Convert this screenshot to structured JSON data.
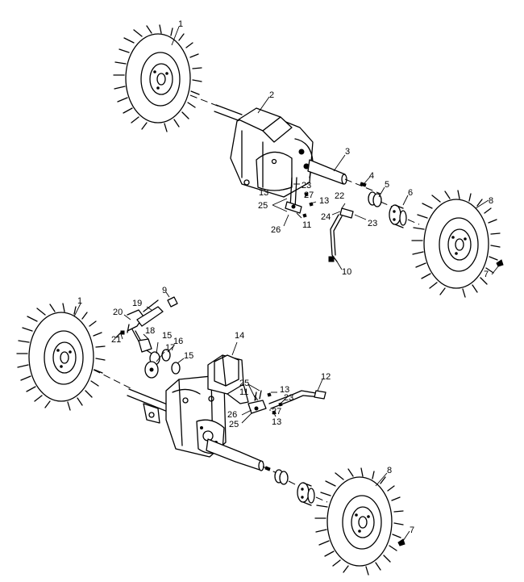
{
  "top_assembly": {
    "labels": {
      "p1": "1",
      "p2": "2",
      "p3": "3",
      "p4": "4",
      "p5": "5",
      "p6": "6",
      "p7": "7",
      "p8": "8",
      "p10": "10",
      "p11": "11",
      "p13a": "13",
      "p13b": "13",
      "p22": "22",
      "p23a": "23",
      "p23b": "23",
      "p24": "24",
      "p25": "25",
      "p26": "26",
      "p27": "27"
    }
  },
  "bottom_assembly": {
    "labels": {
      "p1": "1",
      "p7": "7",
      "p8": "8",
      "p9": "9",
      "p11": "11",
      "p12": "12",
      "p13a": "13",
      "p13b": "13",
      "p14": "14",
      "p15a": "15",
      "p15b": "15",
      "p16": "16",
      "p17": "17",
      "p18": "18",
      "p19": "19",
      "p20": "20",
      "p21": "21",
      "p23": "23",
      "p25a": "25",
      "p25b": "25",
      "p26": "26",
      "p27": "27"
    }
  }
}
